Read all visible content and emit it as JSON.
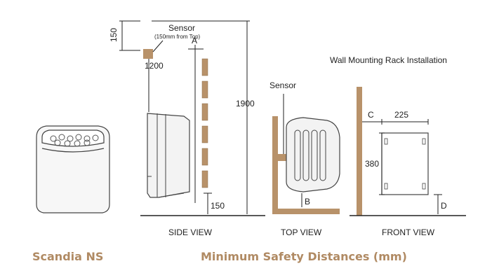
{
  "product_name": "Scandia NS",
  "caption": "Minimum Safety Distances (mm)",
  "wall_mounting_label": "Wall Mounting Rack Installation",
  "side_view": {
    "label": "SIDE VIEW",
    "sensor_label": "Sensor",
    "sensor_note": "(150mm from Top)",
    "dim_sensor_top": "150",
    "dim_sensor_height": "1200",
    "dim_total_height": "1900",
    "dim_floor": "150",
    "marker_a": "A"
  },
  "top_view": {
    "label": "TOP VIEW",
    "sensor_label": "Sensor",
    "marker_b": "B"
  },
  "front_view": {
    "label": "FRONT VIEW",
    "marker_c": "C",
    "dim_width": "225",
    "dim_height": "380",
    "marker_d": "D"
  },
  "colors": {
    "wood": "#b8926a",
    "caption": "#b08a63",
    "line": "#222222",
    "heater_fill": "#f3f3f3"
  }
}
